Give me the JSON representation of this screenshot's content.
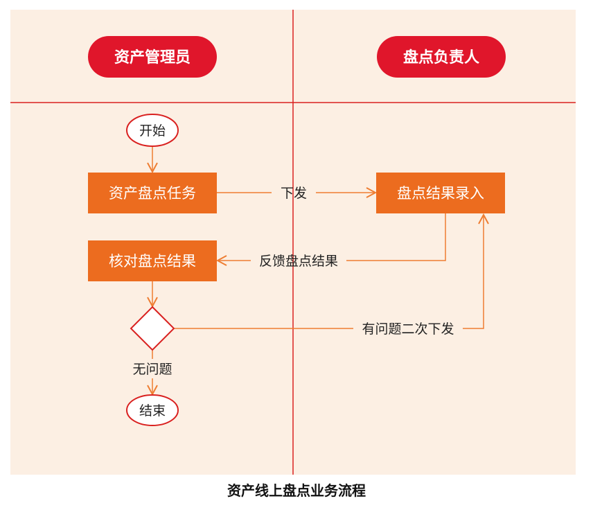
{
  "lanes": {
    "left": "资产管理员",
    "right": "盘点负责人"
  },
  "nodes": {
    "start": "开始",
    "task": "资产盘点任务",
    "entry": "盘点结果录入",
    "check": "核对盘点结果",
    "end": "结束"
  },
  "edges": {
    "issue": "下发",
    "feedback": "反馈盘点结果",
    "reissue": "有问题二次下发",
    "no_problem": "无问题"
  },
  "caption": "资产线上盘点业务流程",
  "colors": {
    "background": "#fcefe3",
    "lane_line": "#d9201f",
    "lane_pill": "#e0162b",
    "process": "#ec6c1f",
    "arrow": "#ee7d32",
    "terminator_border": "#d9201f",
    "decision_border": "#d9201f"
  }
}
